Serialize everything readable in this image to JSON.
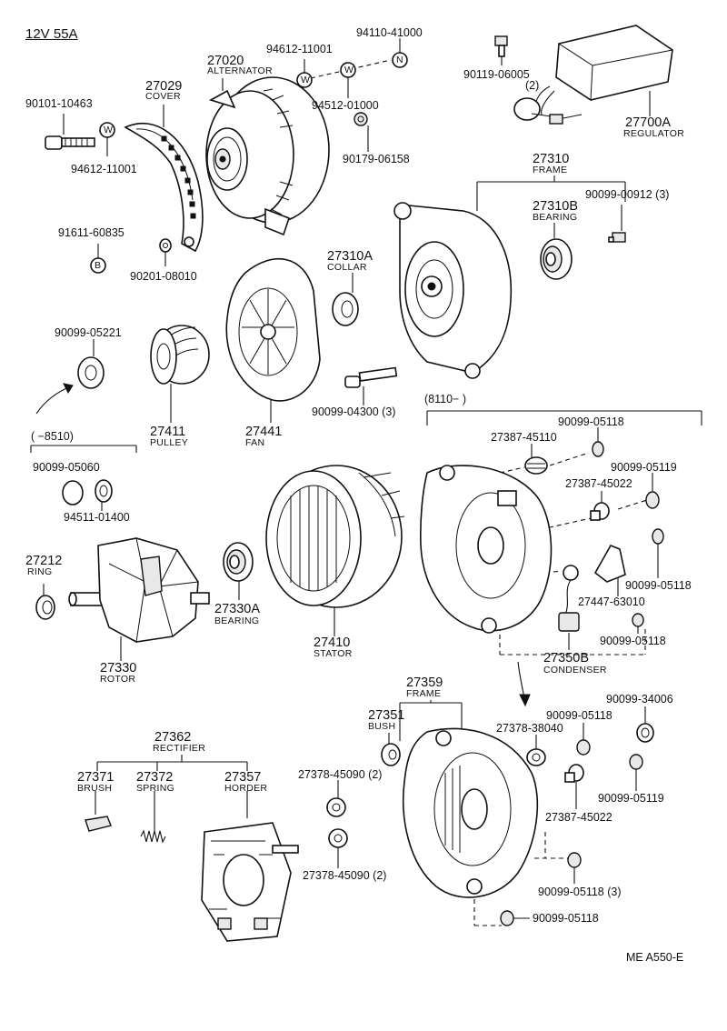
{
  "header": {
    "spec": "12V 55A"
  },
  "footer": {
    "code": "ME  A550-E"
  },
  "parts": {
    "p90101_10463": "90101-10463",
    "p27029": "27029",
    "p27029_name": "COVER",
    "p94612_11001a": "94612-11001",
    "p91611_60835": "91611-60835",
    "p90201_08010": "90201-08010",
    "p27020": "27020",
    "p27020_name": "ALTERNATOR",
    "p94612_11001b": "94612-11001",
    "p94110_41000": "94110-41000",
    "p94512_01000": "94512-01000",
    "p90179_06158": "90179-06158",
    "p90119_06005": "90119-06005",
    "p90119_qty": "(2)",
    "p27700A": "27700A",
    "p27700A_name": "REGULATOR",
    "p27310": "27310",
    "p27310_name": "FRAME",
    "p27310B": "27310B",
    "p27310B_name": "BEARING",
    "p90099_00912": "90099-00912 (3)",
    "p27310A": "27310A",
    "p27310A_name": "COLLAR",
    "p90099_05221": "90099-05221",
    "p27411": "27411",
    "p27411_name": "PULLEY",
    "p27441": "27441",
    "p27441_name": "FAN",
    "p90099_04300": "90099-04300 (3)",
    "range_old": "(    −8510)",
    "range_new": "(8110−        )",
    "p90099_05060": "90099-05060",
    "p94511_01400": "94511-01400",
    "p27212": "27212",
    "p27212_name": "RING",
    "p27330": "27330",
    "p27330_name": "ROTOR",
    "p27330A": "27330A",
    "p27330A_name": "BEARING",
    "p27410": "27410",
    "p27410_name": "STATOR",
    "p27387_45110": "27387-45110",
    "p90099_05118a": "90099-05118",
    "p90099_05119a": "90099-05119",
    "p27387_45022a": "27387-45022",
    "p90099_05118b": "90099-05118",
    "p27447_63010": "27447-63010",
    "p90099_05118c": "90099-05118",
    "p27350B": "27350B",
    "p27350B_name": "CONDENSER",
    "p27359": "27359",
    "p27359_name": "FRAME",
    "p27351": "27351",
    "p27351_name": "BUSH",
    "p27378_38040": "27378-38040",
    "p90099_05118d": "90099-05118",
    "p90099_34006": "90099-34006",
    "p90099_05119b": "90099-05119",
    "p27387_45022b": "27387-45022",
    "p27378_45090a": "27378-45090 (2)",
    "p27378_45090b": "27378-45090 (2)",
    "p90099_05118e": "90099-05118 (3)",
    "p90099_05118f": "90099-05118",
    "p27362": "27362",
    "p27362_name": "RECTIFIER",
    "p27371": "27371",
    "p27371_name": "BRUSH",
    "p27372": "27372",
    "p27372_name": "SPRING",
    "p27357": "27357",
    "p27357_name": "HORDER",
    "sym_w": "W",
    "sym_n": "N",
    "sym_b": "B"
  }
}
